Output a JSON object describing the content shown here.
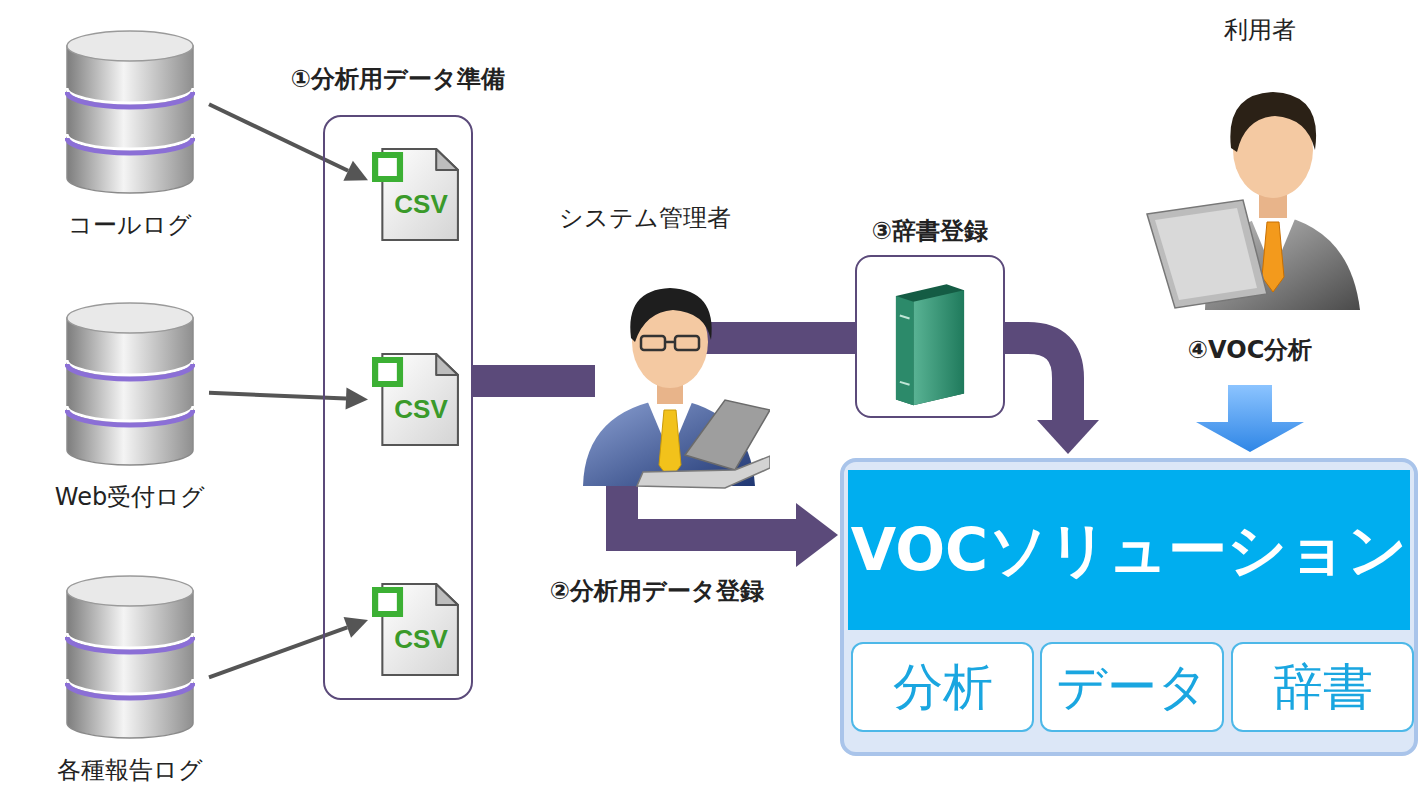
{
  "diagram": {
    "nodes": [
      {
        "text": [
          "コールログ"
        ]
      },
      {
        "text": [
          "Web受付ログ"
        ]
      },
      {
        "text": [
          "各種報告ログ"
        ]
      },
      {
        "text": [
          "①分析用データ準備"
        ]
      },
      {
        "text": [
          "CSV"
        ],
        "in": 3
      },
      {
        "text": [
          "CSV"
        ],
        "in": 3
      },
      {
        "text": [
          "CSV"
        ],
        "in": 3
      },
      {
        "text": [
          "システム管理者"
        ]
      },
      {
        "text": [
          "③辞書登録"
        ]
      },
      {
        "text": [
          "利用者"
        ]
      },
      {
        "text": [
          "VOCソリューション"
        ]
      },
      {
        "text": [
          "分析"
        ],
        "in": 10
      },
      {
        "text": [
          "データ"
        ],
        "in": 10
      },
      {
        "text": [
          "辞書"
        ],
        "in": 10
      }
    ],
    "edges": [
      {
        "from": 0,
        "to": 4,
        "arrow": "to"
      },
      {
        "from": 1,
        "to": 5,
        "arrow": "to"
      },
      {
        "from": 2,
        "to": 6,
        "arrow": "to"
      },
      {
        "from": 3,
        "to": 7,
        "arrow": "none"
      },
      {
        "from": 7,
        "to": 8,
        "arrow": "none"
      },
      {
        "from": 8,
        "to": 10,
        "arrow": "to"
      },
      {
        "from": 7,
        "to": 10,
        "label": "②分析用データ登録",
        "arrow": "to"
      },
      {
        "from": 9,
        "to": 10,
        "label": "④VOC分析",
        "arrow": "to"
      }
    ]
  }
}
